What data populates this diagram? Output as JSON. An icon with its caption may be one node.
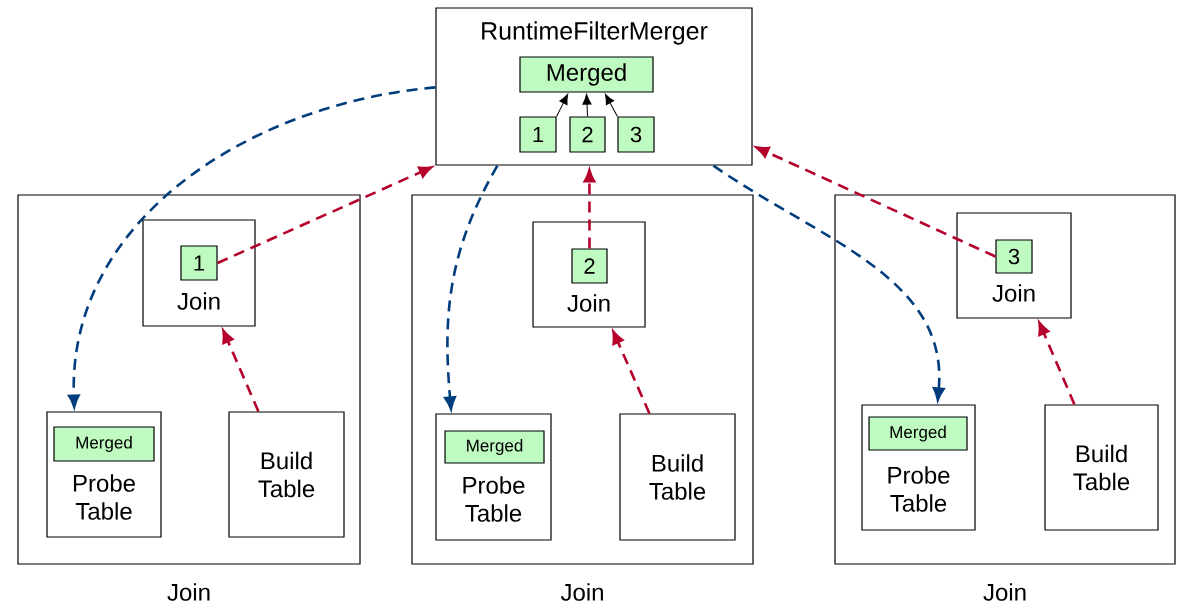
{
  "diagram": {
    "nodes": [
      {
        "text": [
          "RuntimeFilterMerger"
        ]
      },
      {
        "text": [
          "Merged"
        ],
        "in": 0
      },
      {
        "text": [
          "1"
        ],
        "in": 0
      },
      {
        "text": [
          "2"
        ],
        "in": 0
      },
      {
        "text": [
          "3"
        ],
        "in": 0
      },
      {
        "text": [
          "Join"
        ]
      },
      {
        "text": [
          "Join"
        ],
        "in": 5
      },
      {
        "text": [
          "1"
        ],
        "in": 6
      },
      {
        "text": [
          "Probe Table"
        ],
        "in": 5
      },
      {
        "text": [
          "Merged"
        ],
        "in": 8
      },
      {
        "text": [
          "Build Table"
        ],
        "in": 5
      },
      {
        "text": [
          "Join"
        ]
      },
      {
        "text": [
          "Join"
        ],
        "in": 11
      },
      {
        "text": [
          "2"
        ],
        "in": 12
      },
      {
        "text": [
          "Probe Table"
        ],
        "in": 11
      },
      {
        "text": [
          "Merged"
        ],
        "in": 14
      },
      {
        "text": [
          "Build Table"
        ],
        "in": 11
      },
      {
        "text": [
          "Join"
        ]
      },
      {
        "text": [
          "Join"
        ],
        "in": 17
      },
      {
        "text": [
          "3"
        ],
        "in": 18
      },
      {
        "text": [
          "Probe Table"
        ],
        "in": 17
      },
      {
        "text": [
          "Merged"
        ],
        "in": 20
      },
      {
        "text": [
          "Build Table"
        ],
        "in": 17
      }
    ],
    "edges": [
      {
        "from": 2,
        "to": 1,
        "arrow": "to",
        "color": "#000000"
      },
      {
        "from": 3,
        "to": 1,
        "arrow": "to",
        "color": "#000000"
      },
      {
        "from": 4,
        "to": 1,
        "arrow": "to",
        "color": "#000000"
      },
      {
        "from": 7,
        "to": 0,
        "arrow": "to",
        "style": "dashed",
        "color": "#b5002b"
      },
      {
        "from": 13,
        "to": 0,
        "arrow": "to",
        "style": "dashed",
        "color": "#b5002b"
      },
      {
        "from": 19,
        "to": 0,
        "arrow": "to",
        "style": "dashed",
        "color": "#b5002b"
      },
      {
        "from": 10,
        "to": 6,
        "arrow": "to",
        "style": "dashed",
        "color": "#b5002b"
      },
      {
        "from": 16,
        "to": 12,
        "arrow": "to",
        "style": "dashed",
        "color": "#b5002b"
      },
      {
        "from": 22,
        "to": 18,
        "arrow": "to",
        "style": "dashed",
        "color": "#b5002b"
      },
      {
        "from": 0,
        "to": 8,
        "arrow": "to",
        "style": "dashed",
        "color": "#003d7c"
      },
      {
        "from": 0,
        "to": 14,
        "arrow": "to",
        "style": "dashed",
        "color": "#003d7c"
      },
      {
        "from": 0,
        "to": 20,
        "arrow": "to",
        "style": "dashed",
        "color": "#003d7c"
      }
    ]
  }
}
